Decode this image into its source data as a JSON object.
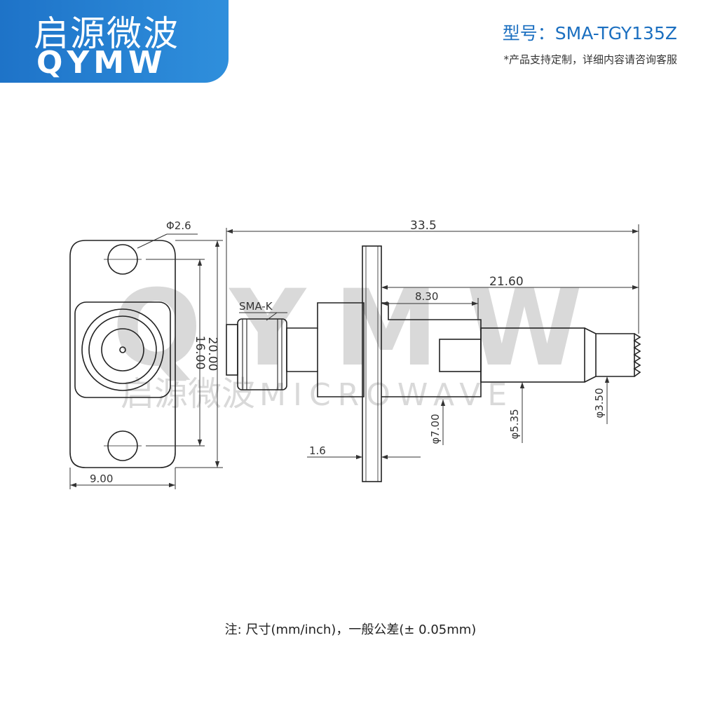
{
  "brand": {
    "name": "启源微波",
    "latin": "QYMW"
  },
  "header": {
    "model": "型号：SMA-TGY135Z",
    "note": "*产品支持定制，详细内容请咨询客服"
  },
  "drawing": {
    "watermark_brand": "启源微波",
    "watermark_text": "MICROWAVE",
    "watermark_latin": "QYMW",
    "connector_label": "SMA-K",
    "dimensions": {
      "hole_diameter": "Φ2.6",
      "total_length": "33.5",
      "rear_length": "21.60",
      "body_length": "8.30",
      "flange_thickness": "1.6",
      "hole_spacing": "16.00",
      "flange_height": "20.00",
      "flange_width": "9.00",
      "dia_body": "φ7.00",
      "dia_mid": "φ5.35",
      "dia_tip": "φ3.50"
    }
  },
  "footer": {
    "note": "注: 尺寸(mm/inch)，一般公差(± 0.05mm)"
  }
}
